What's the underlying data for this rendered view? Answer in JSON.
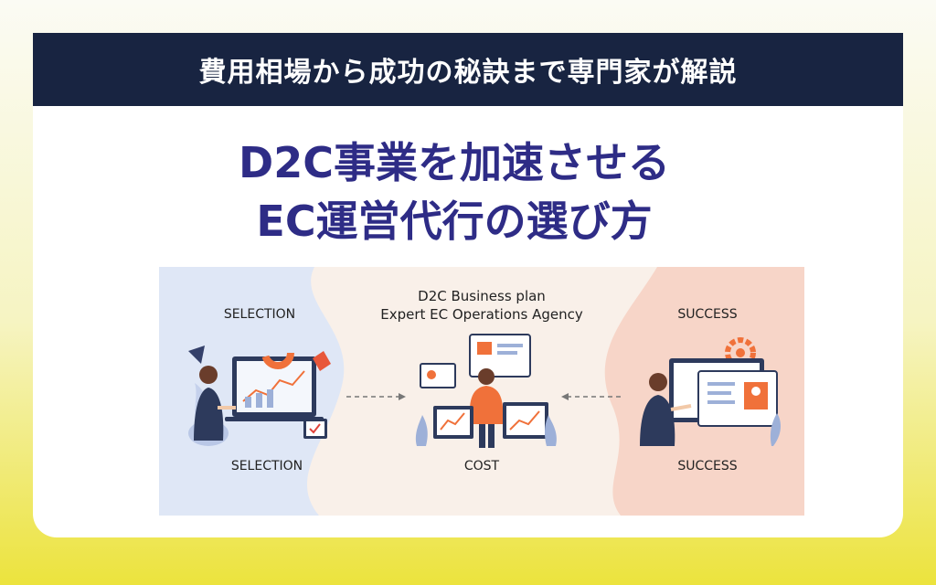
{
  "banner": {
    "text": "費用相場から成功の秘訣まで専門家が解説"
  },
  "headline": {
    "line1": "D2C事業を加速させる",
    "line2": "EC運営代行の選び方"
  },
  "illustration": {
    "center_title_line1": "D2C Business plan",
    "center_title_line2": "Expert EC Operations Agency",
    "left_top": "SELECTION",
    "left_bottom": "SELECTION",
    "center_bottom": "COST",
    "right_top": "SUCCESS",
    "right_bottom": "SUCCESS"
  },
  "colors": {
    "banner_bg": "#182441",
    "headline": "#2e2c86",
    "accent_orange": "#f0713a",
    "left_panel": "#dfe7f6",
    "right_panel": "#f7d6c9"
  }
}
